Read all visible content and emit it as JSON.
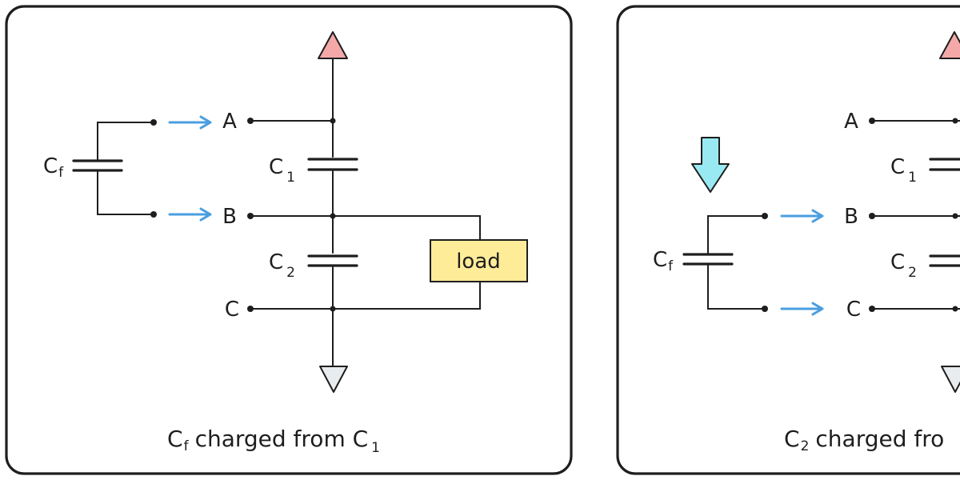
{
  "colors": {
    "ink": "#1e1e1e",
    "supply_arrow": "#f4a9a8",
    "ground_arrow": "#e9ecef",
    "load_fill": "#ffec99",
    "move_arrow": "#99e9f2",
    "connector_arrow": "#4a9ee0"
  },
  "panel_left": {
    "node_a": "A",
    "node_b": "B",
    "node_c": "C",
    "cf_label": "C",
    "cf_sub": "f",
    "c1_label": "C",
    "c1_sub": "1",
    "c2_label": "C",
    "c2_sub": "2",
    "load_label": "load",
    "caption_cf": "C",
    "caption_cf_sub": "f",
    "caption_text": "charged from C",
    "caption_sub": "1",
    "icons": [
      "supply-triangle-up",
      "ground-triangle-down",
      "blue-arrow-right"
    ]
  },
  "panel_right": {
    "node_a": "A",
    "node_b": "B",
    "node_c": "C",
    "cf_label": "C",
    "cf_sub": "f",
    "c1_label": "C",
    "c1_sub": "1",
    "c2_label": "C",
    "c2_sub": "2",
    "caption_c2": "C",
    "caption_c2_sub": "2",
    "caption_text": "charged fro",
    "icons": [
      "move-down-arrow",
      "supply-triangle-up",
      "ground-triangle-down",
      "blue-arrow-right"
    ]
  }
}
